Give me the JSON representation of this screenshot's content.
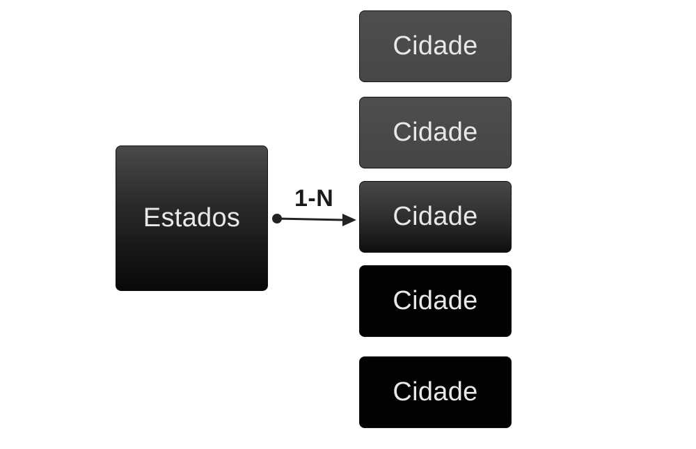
{
  "diagram": {
    "source": {
      "label": "Estados"
    },
    "relationship": {
      "label": "1-N"
    },
    "targets": [
      {
        "label": "Cidade"
      },
      {
        "label": "Cidade"
      },
      {
        "label": "Cidade"
      },
      {
        "label": "Cidade"
      },
      {
        "label": "Cidade"
      }
    ]
  },
  "colors": {
    "node_text": "#e8e8e8",
    "connector": "#222222",
    "label": "#1a1a1a"
  }
}
